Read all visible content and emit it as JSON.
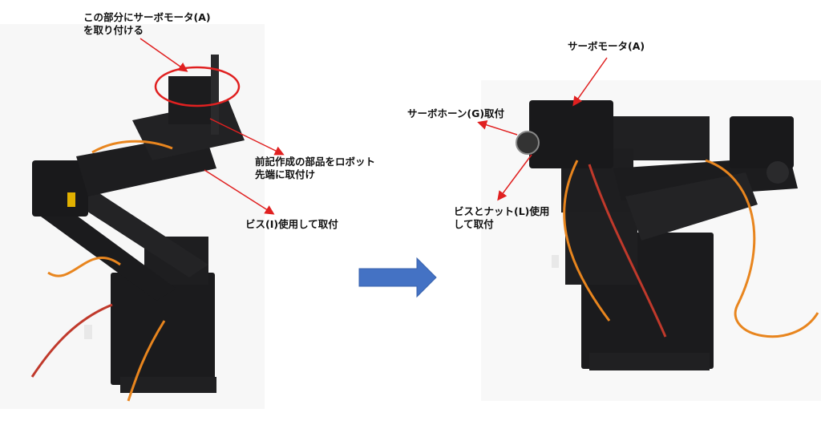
{
  "left_photo": {
    "annotation_top": [
      "この部分にサーボモータ(A)",
      "を取り付ける"
    ],
    "annotation_mid": [
      "前記作成の部品をロボット",
      "先端に取付け"
    ],
    "annotation_screw": "ビス(I)使用して取付"
  },
  "right_photo": {
    "annotation_servo": "サーボモータ(A)",
    "annotation_horn": "サーボホーン(G)取付",
    "annotation_nut": [
      "ビスとナット(L)使用",
      "して取付"
    ]
  },
  "colors": {
    "arrow_fill": "#4472c4",
    "pointer": "#e02020",
    "highlight_ring": "#e02020",
    "robot_metal": "#1b1b1d",
    "servo_wire_orange": "#e8851e",
    "servo_wire_red": "#c0392b"
  }
}
